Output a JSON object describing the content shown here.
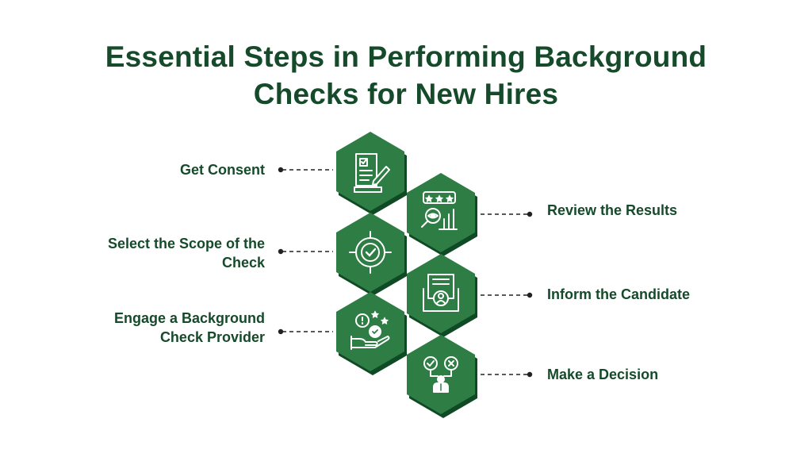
{
  "title": {
    "line1": "Essential Steps in Performing Background",
    "line2": "Checks for New Hires"
  },
  "colors": {
    "title": "#154a2a",
    "hex_fill": "#2e7d45",
    "hex_shadow": "#0f4a24",
    "icon": "#ffffff",
    "connector": "#222222"
  },
  "steps": [
    {
      "label": "Get Consent",
      "icon": "clipboard-pen-icon"
    },
    {
      "label": "Review the Results",
      "icon": "magnifier-rating-chart-icon"
    },
    {
      "label": "Select the Scope of the Check",
      "icon": "target-check-icon"
    },
    {
      "label": "Inform the Candidate",
      "icon": "document-person-icon"
    },
    {
      "label": "Engage a Background Check Provider",
      "icon": "hand-badge-stars-icon"
    },
    {
      "label": "Make a Decision",
      "icon": "decision-check-cross-icon"
    }
  ]
}
